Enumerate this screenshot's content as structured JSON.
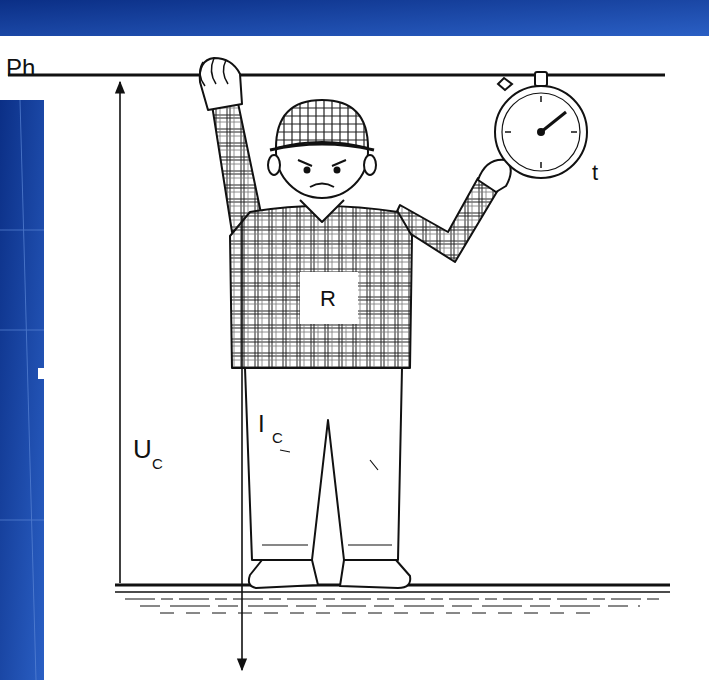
{
  "diagram": {
    "labels": [
      "Ph",
      "U",
      "C",
      "R",
      "I",
      "C",
      "t"
    ]
  }
}
